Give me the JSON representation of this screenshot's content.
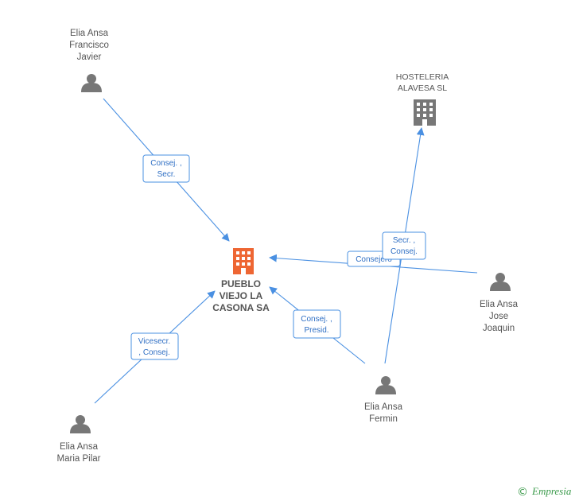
{
  "colors": {
    "edge": "#4a90e2",
    "person": "#777777",
    "company": "#777777",
    "center": "#ee6633",
    "brand": "#3a9a4a"
  },
  "center": {
    "name_lines": [
      "PUEBLO",
      "VIEJO LA",
      "CASONA SA"
    ],
    "icon": "building-icon"
  },
  "nodes": [
    {
      "id": "francisco",
      "type": "person",
      "icon": "person-icon",
      "lines": [
        "Elia Ansa",
        "Francisco",
        "Javier"
      ]
    },
    {
      "id": "hosteleria",
      "type": "company",
      "icon": "building-icon",
      "lines": [
        "HOSTELERIA",
        "ALAVESA SL"
      ]
    },
    {
      "id": "joaquin",
      "type": "person",
      "icon": "person-icon",
      "lines": [
        "Elia Ansa",
        "Jose",
        "Joaquin"
      ]
    },
    {
      "id": "fermin",
      "type": "person",
      "icon": "person-icon",
      "lines": [
        "Elia Ansa",
        "Fermin"
      ]
    },
    {
      "id": "pilar",
      "type": "person",
      "icon": "person-icon",
      "lines": [
        "Elia Ansa",
        "Maria Pilar"
      ]
    }
  ],
  "edges": [
    {
      "id": "francisco-center",
      "lines": [
        "Consej. ,",
        "Secr."
      ]
    },
    {
      "id": "pilar-center",
      "lines": [
        "Vicesecr.",
        ", Consej."
      ]
    },
    {
      "id": "fermin-center",
      "lines": [
        "Consej. ,",
        "Presid."
      ]
    },
    {
      "id": "joaquin-center",
      "lines": [
        "Consejero"
      ]
    },
    {
      "id": "fermin-hosteleria",
      "lines": [
        "Secr. ,",
        "Consej."
      ]
    }
  ],
  "brand": {
    "copyright": "©",
    "name": "Empresia"
  }
}
